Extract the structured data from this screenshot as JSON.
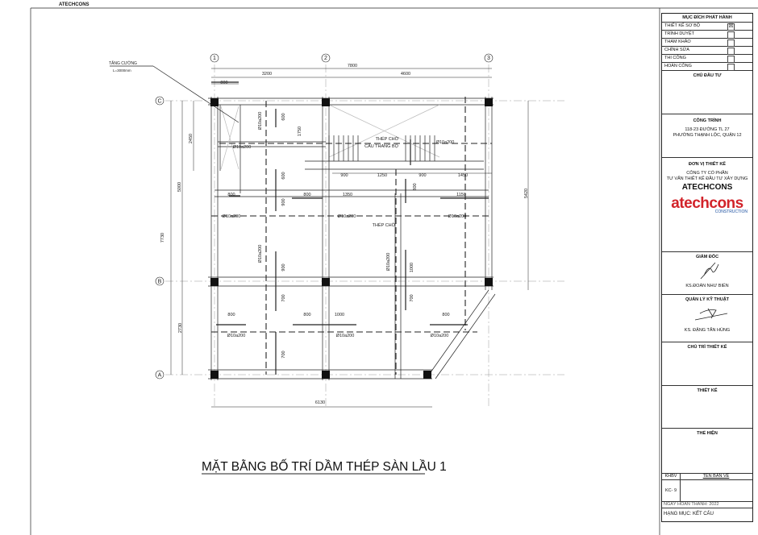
{
  "header": {
    "brand": "ATECHCONS"
  },
  "drawing": {
    "title": "MẶT BẰNG BỐ TRÍ DẦM THÉP SÀN LẦU 1",
    "grid_columns": [
      "1",
      "2",
      "3"
    ],
    "grid_rows": [
      "C",
      "B",
      "A"
    ],
    "note_reinforce": "TĂNG CƯỜNG",
    "note_length": "L=3000mm",
    "labels": [
      "7800",
      "3200",
      "4600",
      "800",
      "5000",
      "2450",
      "7730",
      "2730",
      "5420",
      "6130",
      "600",
      "1750",
      "600",
      "900",
      "800",
      "800",
      "1350",
      "900",
      "1250",
      "900",
      "1450",
      "800",
      "1150",
      "900",
      "700",
      "1000",
      "700",
      "700",
      "800",
      "800",
      "1000",
      "800",
      "Ø10a200",
      "Ø10a200",
      "Ø10a200",
      "Ø10a200",
      "Ø10a200",
      "Ø10a200",
      "Ø10a200",
      "Ø10a200",
      "Ø10a200",
      "Ø10a200",
      "Ø10a200",
      "THÉP CHỜ",
      "CẦU THANG BỘ",
      "THÉP CHỜ"
    ]
  },
  "titleblock": {
    "purpose_header": "MỤC ĐÍCH PHÁT HÀNH",
    "purposes": [
      {
        "label": "THIẾT KẾ SƠ BỘ",
        "checked": "☒"
      },
      {
        "label": "TRÌNH DUYỆT",
        "checked": ""
      },
      {
        "label": "THAM KHẢO",
        "checked": ""
      },
      {
        "label": "CHỈNH SỬA",
        "checked": ""
      },
      {
        "label": "THI CÔNG",
        "checked": ""
      },
      {
        "label": "HOÀN CÔNG",
        "checked": ""
      }
    ],
    "owner_header": "CHỦ ĐẦU TƯ",
    "project_header": "CÔNG TRÌNH",
    "project_line1": "118-23 ĐƯỜNG TL 27",
    "project_line2": "PHƯỜNG THẠNH LỘC, QUẬN 12",
    "designer_header": "ĐƠN VỊ THIẾT KẾ",
    "company_line1": "CÔNG TY CỔ PHẦN",
    "company_line2": "TƯ VẤN THIẾT KẾ ĐẦU TƯ XÂY DỰNG",
    "company_name": "ATECHCONS",
    "logo_text": "atechcons",
    "logo_sub": "CONSTRUCTION",
    "director_header": "GIÁM ĐỐC",
    "director_name": "KS.ĐOÀN NHƯ BIỂN",
    "tech_header": "QUẢN LÝ KỸ THUẬT",
    "tech_name": "KS. ĐẶNG TẤN HÙNG",
    "lead_header": "CHỦ TRÌ THIẾT KẾ",
    "design_header": "THIẾT KẾ",
    "drafter_header": "THỂ HIỆN",
    "khbv_label": "KHBV",
    "sheet_name_label": "TÊN BẢN VẼ",
    "sheet_code": "KC- 9",
    "date": "NGÀY HOÀN THÀNH: 2022",
    "category": "HẠNG MỤC: KẾT CẤU"
  },
  "colors": {
    "ink": "#111111",
    "logo_red": "#d2232a",
    "logo_blue": "#1b4fa0"
  }
}
